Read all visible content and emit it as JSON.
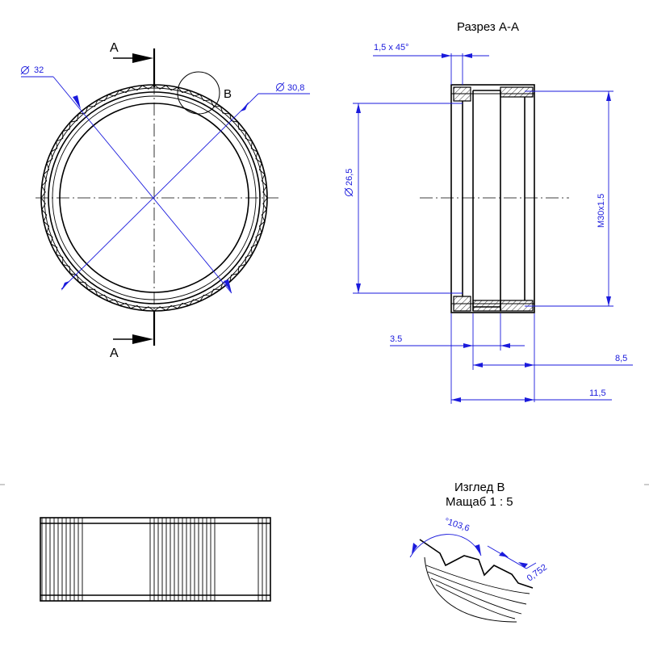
{
  "section_title": "Разрез A-A",
  "section_mark_top": "A",
  "section_mark_bottom": "A",
  "detail_mark": "B",
  "dims": {
    "d32": "32",
    "d30_8": "30,8",
    "chamfer": "1,5 x 45°",
    "d26_5": "26,5",
    "thread": "M30x1.5",
    "w3_5": "3.5",
    "w8_5": "8,5",
    "w11_5": "11,5",
    "angle": "°103,6",
    "tooth": "0,752"
  },
  "detail_title": "Изглед B",
  "detail_scale": "Мащаб 1 : 5",
  "colors": {
    "dimension": "#1a1adc",
    "outline": "#000000"
  }
}
